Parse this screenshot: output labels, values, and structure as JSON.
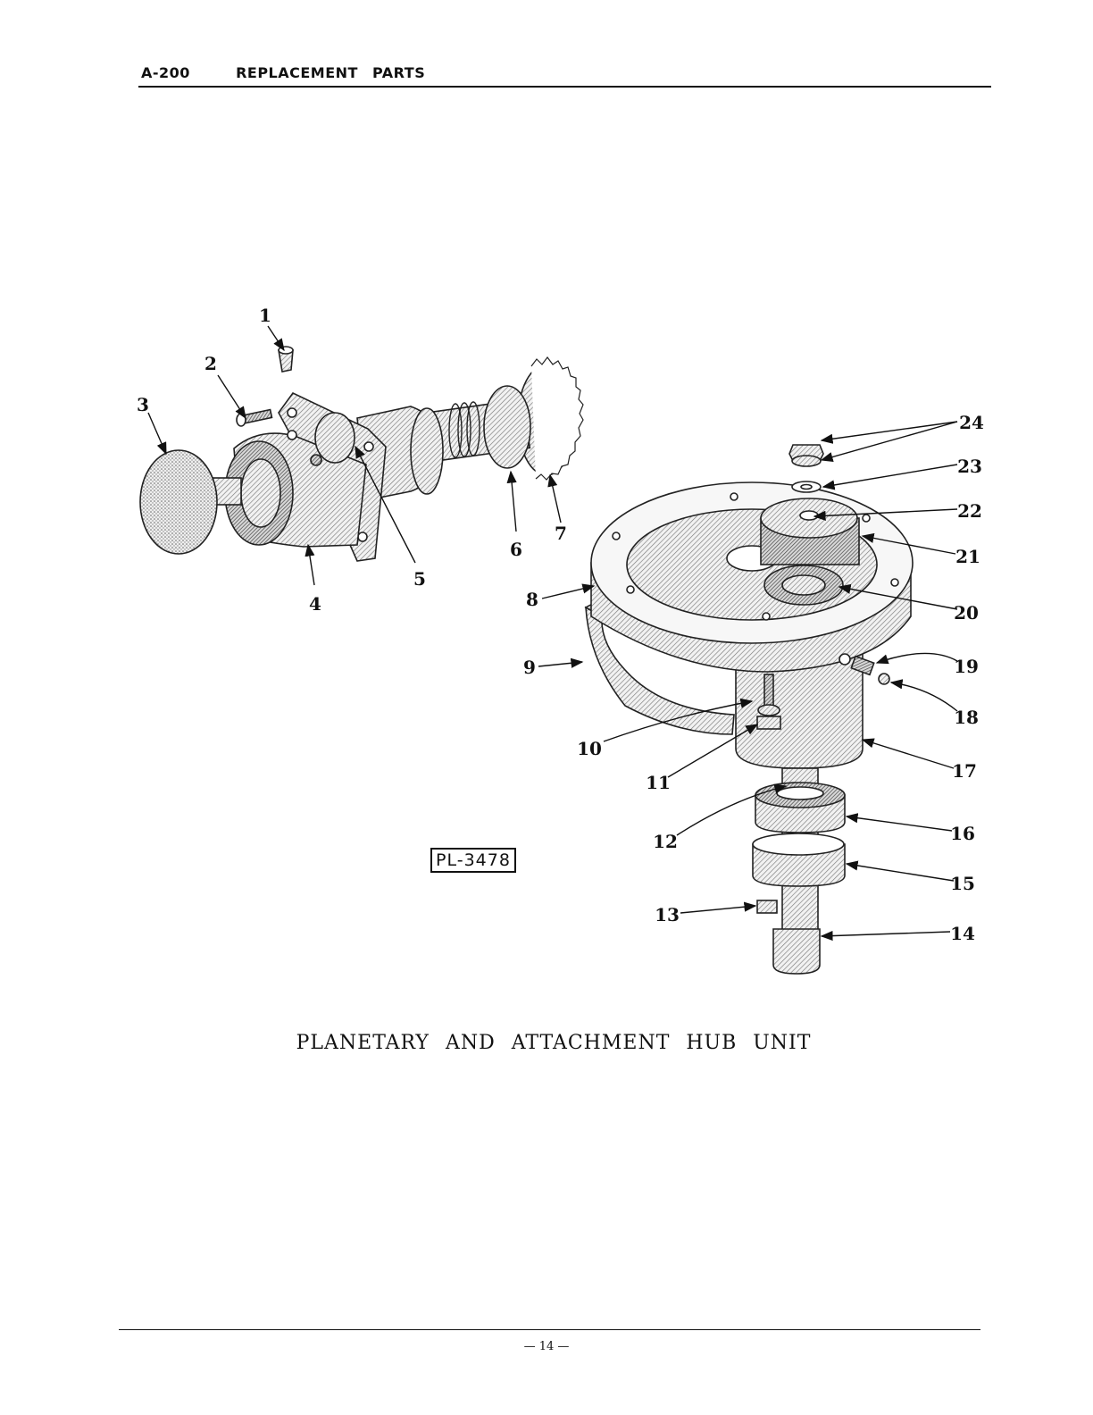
{
  "header": {
    "code": "A-200",
    "title": "REPLACEMENT PARTS"
  },
  "plate_id": "PL-3478",
  "caption": "PLANETARY AND ATTACHMENT HUB UNIT",
  "page_number": "— 14 —",
  "callouts": [
    "1",
    "2",
    "3",
    "4",
    "5",
    "6",
    "7",
    "8",
    "9",
    "10",
    "11",
    "12",
    "13",
    "14",
    "15",
    "16",
    "17",
    "18",
    "19",
    "20",
    "21",
    "22",
    "23",
    "24"
  ],
  "colors": {
    "ink": "#111111",
    "hatch": "#8a8a8a",
    "paper": "#ffffff"
  }
}
